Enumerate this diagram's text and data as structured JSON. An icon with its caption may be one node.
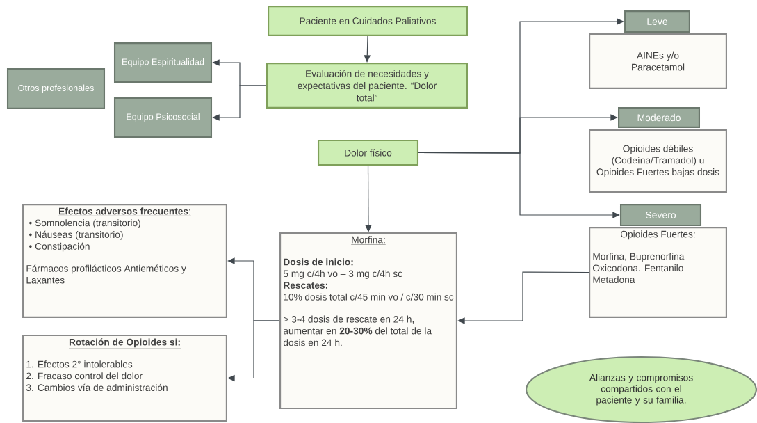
{
  "diagram": {
    "nodes": [
      {
        "text": [
          "Paciente en Cuidados Paliativos"
        ]
      },
      {
        "text": [
          "Evaluación de necesidades y expectativas del paciente. “Dolor total”"
        ]
      },
      {
        "text": [
          "Equipo Espiritualidad"
        ]
      },
      {
        "text": [
          "Otros profesionales"
        ]
      },
      {
        "text": [
          "Equipo Psicosocial"
        ]
      },
      {
        "text": [
          "Dolor físico"
        ]
      },
      {
        "text": [
          "Leve"
        ]
      },
      {
        "text": [
          "AINEs y/o Paracetamol"
        ]
      },
      {
        "text": [
          "Moderado"
        ]
      },
      {
        "text": [
          "Opioides débiles (Codeína/Tramadol) u Opioides Fuertes bajas dosis"
        ]
      },
      {
        "text": [
          "Severo"
        ]
      },
      {
        "text": [
          "Opioides Fuertes:",
          "Morfina, Buprenorfina Oxicodona. Fentanilo Metadona"
        ]
      },
      {
        "text": [
          "**Efectos adversos frecuentes**:",
          "• Somnolencia (transitorio)",
          "• Náuseas (transitorio)",
          "• Constipación",
          "Fármacos profilácticos Antieméticos y Laxantes"
        ]
      },
      {
        "text": [
          "Rotación de Opioides si:",
          "1. Efectos 2° intolerables",
          "2. Fracaso control del dolor",
          "3. Cambios vía de administración"
        ]
      },
      {
        "text": [
          "Morfina:",
          "Dosis de inicio:",
          "5 mg c/4h vo – 3 mg c/4h sc",
          "Rescates:",
          "10% dosis total c/45 min vo / c/30 min sc",
          "> 3-4 dosis de rescate en 24 h, aumentar en **20-30%** del total de la dosis en 24 h."
        ]
      },
      {
        "text": [
          "Alianzas y compromisos compartidos con el paciente y su familia."
        ]
      }
    ],
    "edges": [
      {
        "from": 0,
        "to": 1,
        "arrow": "to"
      },
      {
        "from": 1,
        "to": 2,
        "arrow": "to"
      },
      {
        "from": 1,
        "to": 4,
        "arrow": "to"
      },
      {
        "from": 5,
        "to": 6,
        "arrow": "to"
      },
      {
        "from": 5,
        "to": 8,
        "arrow": "to"
      },
      {
        "from": 5,
        "to": 10,
        "arrow": "to"
      },
      {
        "from": 5,
        "to": 14,
        "arrow": "to"
      },
      {
        "from": 11,
        "to": 14,
        "arrow": "to"
      },
      {
        "from": 14,
        "to": 12,
        "arrow": "to"
      },
      {
        "from": 14,
        "to": 13,
        "arrow": "to"
      }
    ]
  }
}
